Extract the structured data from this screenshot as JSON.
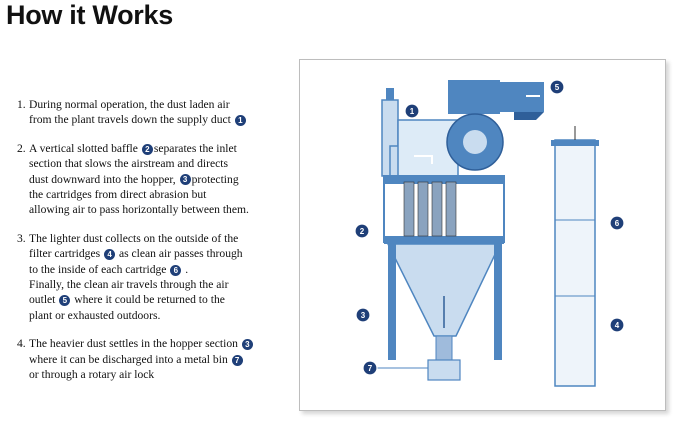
{
  "title": "How it Works",
  "steps": [
    {
      "number": "1.",
      "line1": "During normal operation, the dust laden air",
      "line2": "from the plant travels down the supply duct",
      "badge": "1"
    },
    {
      "number": "2.",
      "text_a": "A vertical slotted baffle",
      "badge_a": "2",
      "text_b": "separates the inlet",
      "line2": "section that slows the airstream and directs",
      "line3": "dust downward into the hopper,",
      "badge_b": "3",
      "text_c": "protecting",
      "line4": "the cartridges from direct abrasion but",
      "line5": "allowing air to pass horizontally between them."
    },
    {
      "number": "3.",
      "line1": "The lighter dust collects on the outside of the",
      "line2": "filter cartridges",
      "badge_a": "4",
      "text_b": "as clean air passes through",
      "line3": "to the inside of each cartridge",
      "badge_b": "6",
      "text_c": ".",
      "line4": "Finally, the clean air travels through the air",
      "line5": "outlet",
      "badge_c": "5",
      "text_d": "where it could be returned to the",
      "line6": "plant or exhausted outdoors."
    },
    {
      "number": "4.",
      "line1": "The heavier dust settles in the hopper section",
      "badge_a": "3",
      "line2": "where it can be discharged into a metal bin",
      "badge_b": "7",
      "line3": "or through a rotary air lock"
    }
  ],
  "diagram": {
    "callouts": [
      "1",
      "2",
      "3",
      "4",
      "5",
      "6",
      "7"
    ],
    "colors": {
      "steel_blue": "#4f86c0",
      "light_blue": "#c9dcef",
      "dark_blue": "#1f3f78",
      "background": "#ffffff"
    }
  }
}
